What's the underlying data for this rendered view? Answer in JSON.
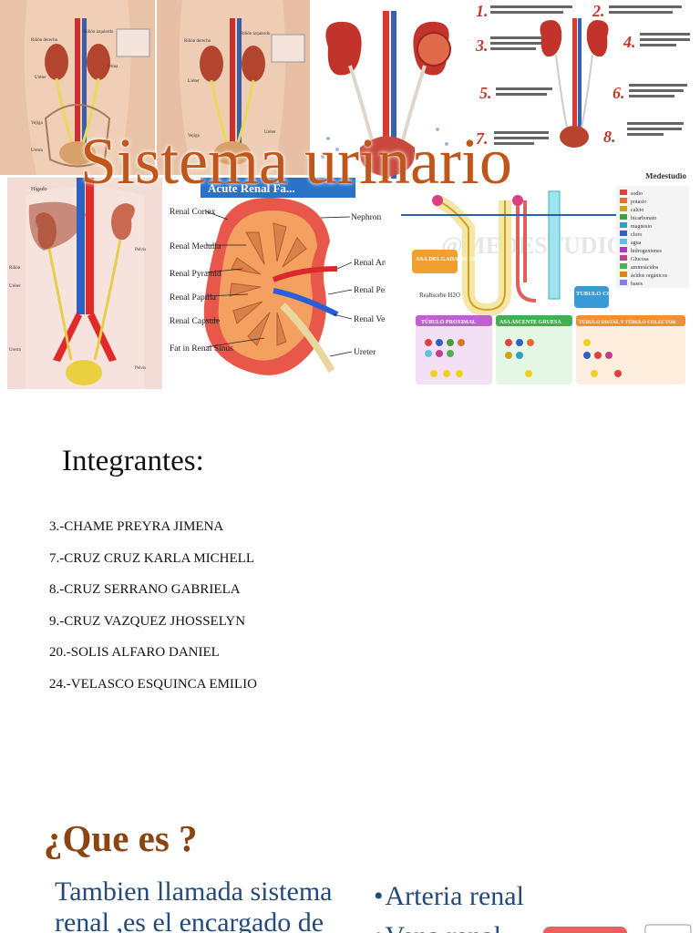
{
  "slide": {
    "title": "Sistema urinario"
  },
  "collage": {
    "panel2": {
      "cortex": "Renal Cortex",
      "medulla": "Renal Medulla",
      "pyramid": "Renal Pyramid",
      "papilla": "Renal Papilla",
      "capsule": "Renal Capsule",
      "sinus": "Fat in Renal Sinus",
      "nephron": "Nephron",
      "artery": "Renal Artery",
      "pelvis": "Renal Pelvis",
      "vein": "Renal Vein",
      "ureter": "Ureter"
    },
    "panel3": {
      "watermark": "@MEDESTUDIO",
      "brand": "Medestudio",
      "asa_delgada": "ASA DELGADA DE HENLE",
      "reabsorbe": "Reabsorbe H2O",
      "tubulo_colector": "TUBULO COLECTOR",
      "boxes": [
        "TÚBULO PROXIMAL",
        "ASA ASCENTE GRUESA",
        "TÚBULO DISTAL Y TÚBULO COLECTOR"
      ],
      "legend": [
        "sodio",
        "potasio",
        "calcio",
        "bicarbonato",
        "magnesio",
        "cloro",
        "agua",
        "hidrogeniones",
        "Glucosa",
        "aminoácidos",
        "ácidos orgánicos",
        "bases"
      ]
    }
  },
  "integrantes": {
    "heading": "Integrantes:",
    "members": [
      "3.-CHAME PREYRA JIMENA",
      "7.-CRUZ CRUZ KARLA MICHELL",
      "8.-CRUZ SERRANO GABRIELA",
      "9.-CRUZ VAZQUEZ  JHOSSELYN",
      "20.-SOLIS ALFARO DANIEL",
      "24.-VELASCO ESQUINCA EMILIO"
    ]
  },
  "que_es": {
    "title": "¿Que es ?",
    "definition": "Tambien llamada sistema renal ,es el encargado de",
    "bullets": [
      "Arteria renal",
      "Vena renal"
    ]
  },
  "colors": {
    "title": "#c0561c",
    "que_title": "#8a4513",
    "body_blue": "#244a7c"
  }
}
